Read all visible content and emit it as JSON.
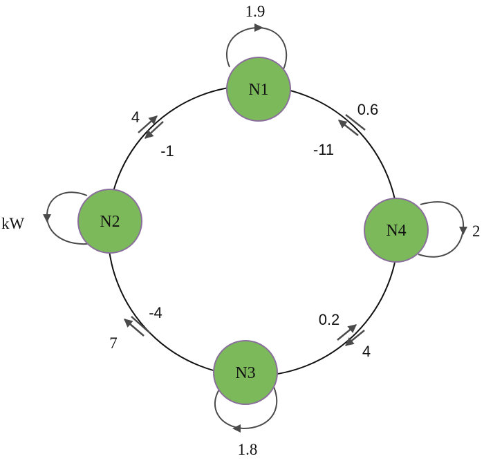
{
  "unit": "kW",
  "colors": {
    "node_fill": "#7cb95a",
    "node_border": "#8a6f9c",
    "ring": "#111111",
    "arrow": "#4a4a4a"
  },
  "nodes": [
    {
      "id": "N1",
      "label": "N1",
      "self_value": "1.9"
    },
    {
      "id": "N2",
      "label": "N2",
      "self_value": "kW"
    },
    {
      "id": "N3",
      "label": "N3",
      "self_value": "1.8"
    },
    {
      "id": "N4",
      "label": "N4",
      "self_value": "2"
    }
  ],
  "edges": {
    "n1_n2": {
      "from_n2_to_n1": "4",
      "from_n1_to_n2": "-1"
    },
    "n1_n4": {
      "from_n4_to_n1": "0.6",
      "from_n1_to_n4": "-11"
    },
    "n2_n3": {
      "from_n2_to_n3": "-4",
      "from_n3_to_n2": "7"
    },
    "n3_n4": {
      "from_n3_to_n4": "0.2",
      "from_n4_to_n3": "4"
    }
  }
}
